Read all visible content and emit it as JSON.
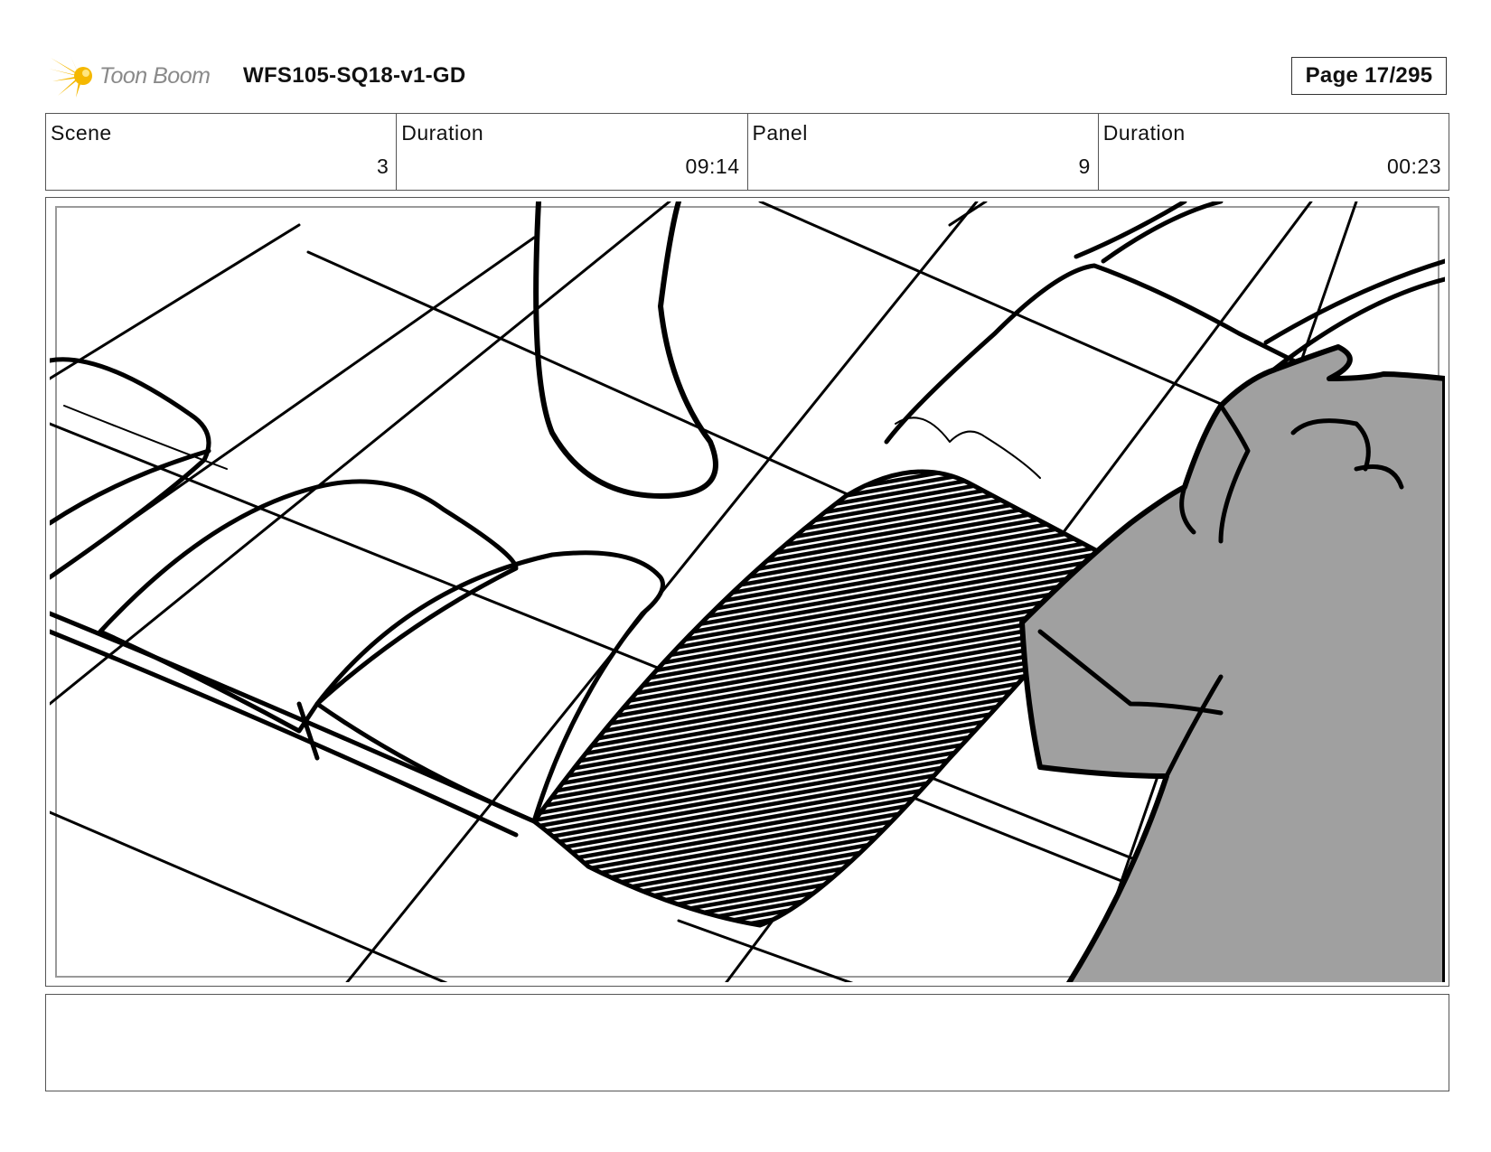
{
  "header": {
    "logo_text": "Toon Boom",
    "title": "WFS105-SQ18-v1-GD",
    "page_label": "Page",
    "page_number": "17/295"
  },
  "info": {
    "scene_label": "Scene",
    "scene_value": "3",
    "scene_duration_label": "Duration",
    "scene_duration_value": "09:14",
    "panel_label": "Panel",
    "panel_value": "9",
    "panel_duration_label": "Duration",
    "panel_duration_value": "00:23"
  },
  "notes": "",
  "colors": {
    "logo_burst": "#f5b800",
    "logo_text": "#8a8a8a",
    "hand_fill": "#a0a0a0",
    "ink": "#000000"
  },
  "icons": {
    "logo": "toon-boom-burst-icon"
  }
}
